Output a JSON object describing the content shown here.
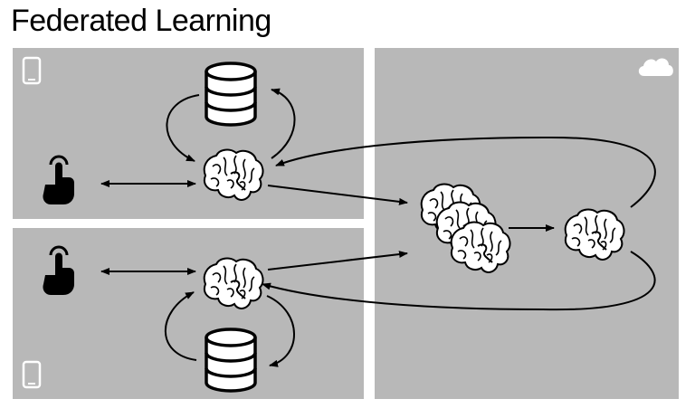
{
  "title": "Federated Learning",
  "colors": {
    "panel": "#b8b8b8",
    "background": "#ffffff",
    "stroke": "#000000"
  },
  "panels": [
    {
      "name": "device-panel-top",
      "icon": "phone-icon"
    },
    {
      "name": "device-panel-bottom",
      "icon": "phone-icon"
    },
    {
      "name": "cloud-panel",
      "icon": "cloud-icon"
    }
  ],
  "nodes": [
    {
      "name": "touch-hand-icon-top",
      "icon": "touch-hand-icon"
    },
    {
      "name": "touch-hand-icon-bottom",
      "icon": "touch-hand-icon"
    },
    {
      "name": "database-icon-top",
      "icon": "database-icon"
    },
    {
      "name": "database-icon-bottom",
      "icon": "database-icon"
    },
    {
      "name": "brain-icon-local-top",
      "icon": "brain-icon"
    },
    {
      "name": "brain-icon-local-bottom",
      "icon": "brain-icon"
    },
    {
      "name": "brain-stack-aggregate",
      "icon": "brain-icon"
    },
    {
      "name": "brain-icon-global",
      "icon": "brain-icon"
    }
  ]
}
